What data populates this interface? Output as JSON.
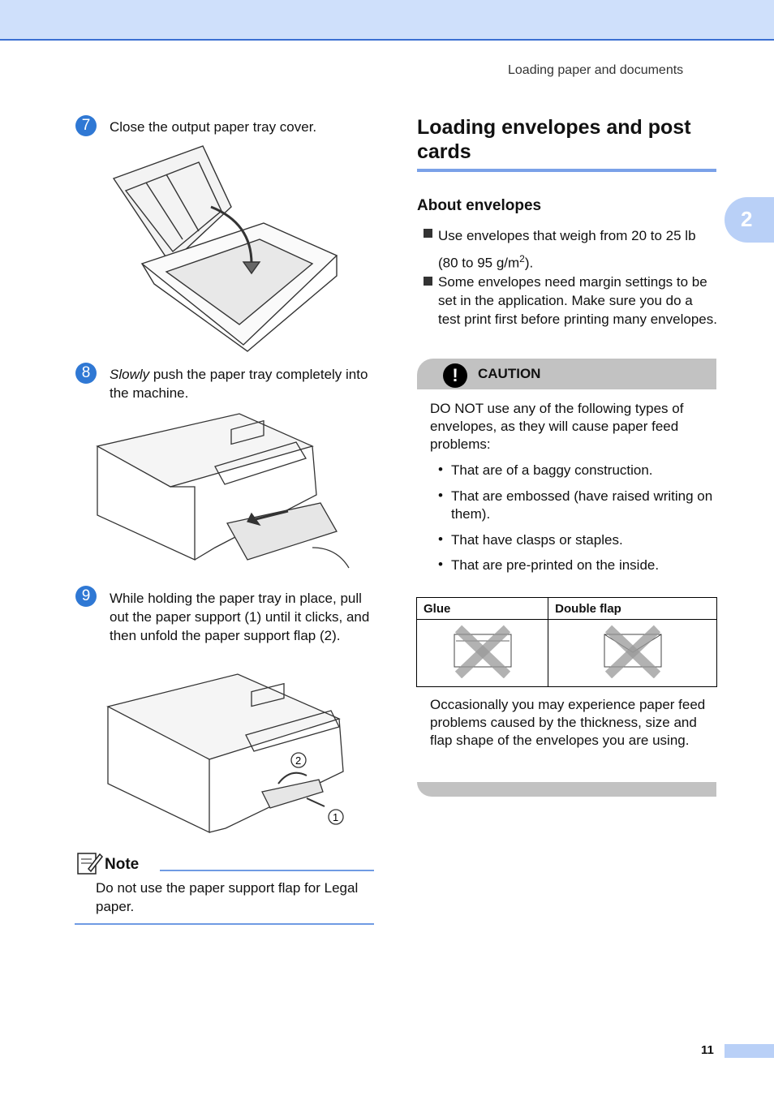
{
  "header": {
    "running_title": "Loading paper and documents",
    "chapter_number": "2"
  },
  "steps": [
    {
      "num": "7",
      "text": "Close the output paper tray cover."
    },
    {
      "num": "8",
      "text_em": "Slowly",
      "text": " push the paper tray completely into the machine."
    },
    {
      "num": "9",
      "text": "While holding the paper tray in place, pull out the paper support (1) until it clicks, and then unfold the paper support flap (2)."
    }
  ],
  "figure_labels": {
    "one": "1",
    "two": "2"
  },
  "note": {
    "title": "Note",
    "body": "Do not use the paper support flap for Legal paper."
  },
  "section": {
    "title": "Loading envelopes and post cards",
    "subtitle": "About envelopes",
    "bullets": [
      {
        "text": "Use envelopes that weigh from 20 to 25 lb (80 to 95 g/m",
        "sup": "2",
        "tail": ")."
      },
      {
        "text": "Some envelopes need margin settings to be set in the application. Make sure you do a test print first before printing many envelopes."
      }
    ]
  },
  "caution": {
    "label": "CAUTION",
    "icon": "exclamation-icon",
    "intro": "DO NOT use any of the following types of envelopes, as they will cause paper feed problems:",
    "items": [
      "That are of a baggy construction.",
      "That are embossed (have raised writing on them).",
      "That have clasps or staples.",
      "That are pre-printed on the inside."
    ],
    "table_headers": [
      "Glue",
      "Double flap"
    ],
    "closing": "Occasionally you may experience paper feed problems caused by the thickness, size and flap shape of the envelopes you are using."
  },
  "footer": {
    "page_number": "11"
  }
}
